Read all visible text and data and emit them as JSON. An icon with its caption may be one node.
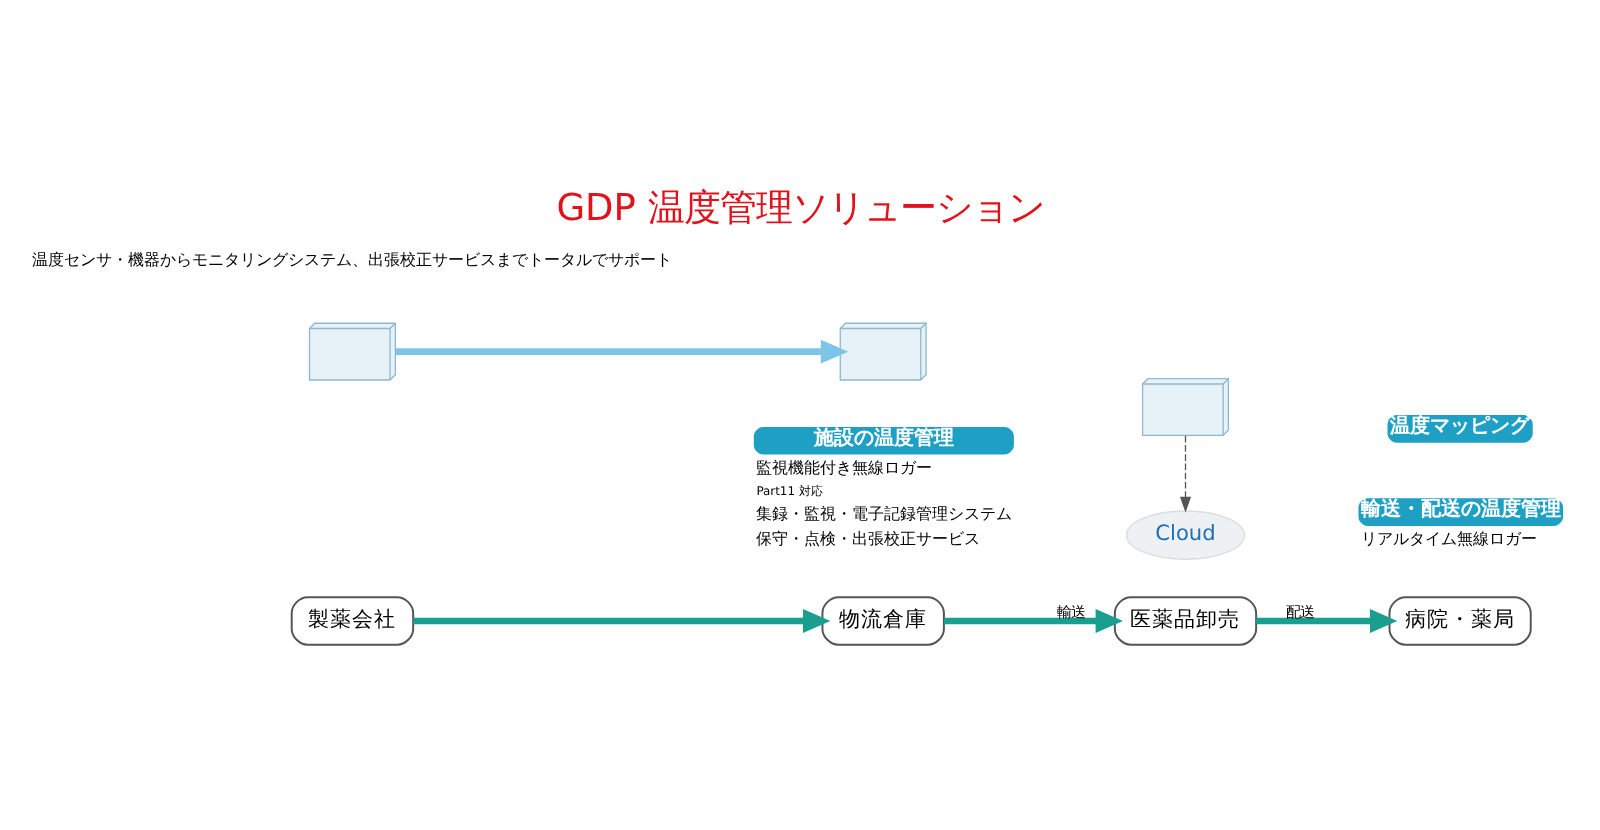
{
  "diagram": {
    "title": "GDP 温度管理ソリューション",
    "nodes": [
      {
        "text": [
          "製薬会社"
        ]
      },
      {
        "text": [
          "物流倉庫"
        ]
      },
      {
        "text": [
          "医薬品卸売"
        ]
      },
      {
        "text": [
          "病院・薬局"
        ]
      },
      {
        "text": [
          "Cloud"
        ]
      },
      {
        "text": [],
        "shape": "picture"
      },
      {
        "text": [
          "輸送・配送の温度管理",
          "リアルタイム無線ロガー"
        ]
      },
      {
        "text": [
          "施設の温度管理",
          "監視機能付き無線ロガー",
          "Part11 対応",
          "集録・監視・電子記録管理システム",
          "保守・点検・出張校正サービス"
        ]
      },
      {
        "text": [
          "温度マッピング"
        ]
      },
      {
        "text": [],
        "shape": "picture"
      },
      {
        "text": [],
        "shape": "picture"
      }
    ],
    "edges": [
      {
        "from": 0,
        "to": 1,
        "arrow": "to"
      },
      {
        "from": 1,
        "to": 2,
        "arrow": "to",
        "label": "輸送"
      },
      {
        "from": 2,
        "to": 3,
        "arrow": "to",
        "label": "配送"
      },
      {
        "from": 5,
        "to": 4,
        "arrow": "to",
        "style": "dashed",
        "color": "#555555"
      },
      {
        "from": 9,
        "to": 10,
        "arrow": "to",
        "color": "#7cc4e8"
      }
    ],
    "labels": [
      "温度センサ・機器からモニタリングシステム、出張校正サービスまでトータルでサポート"
    ]
  }
}
